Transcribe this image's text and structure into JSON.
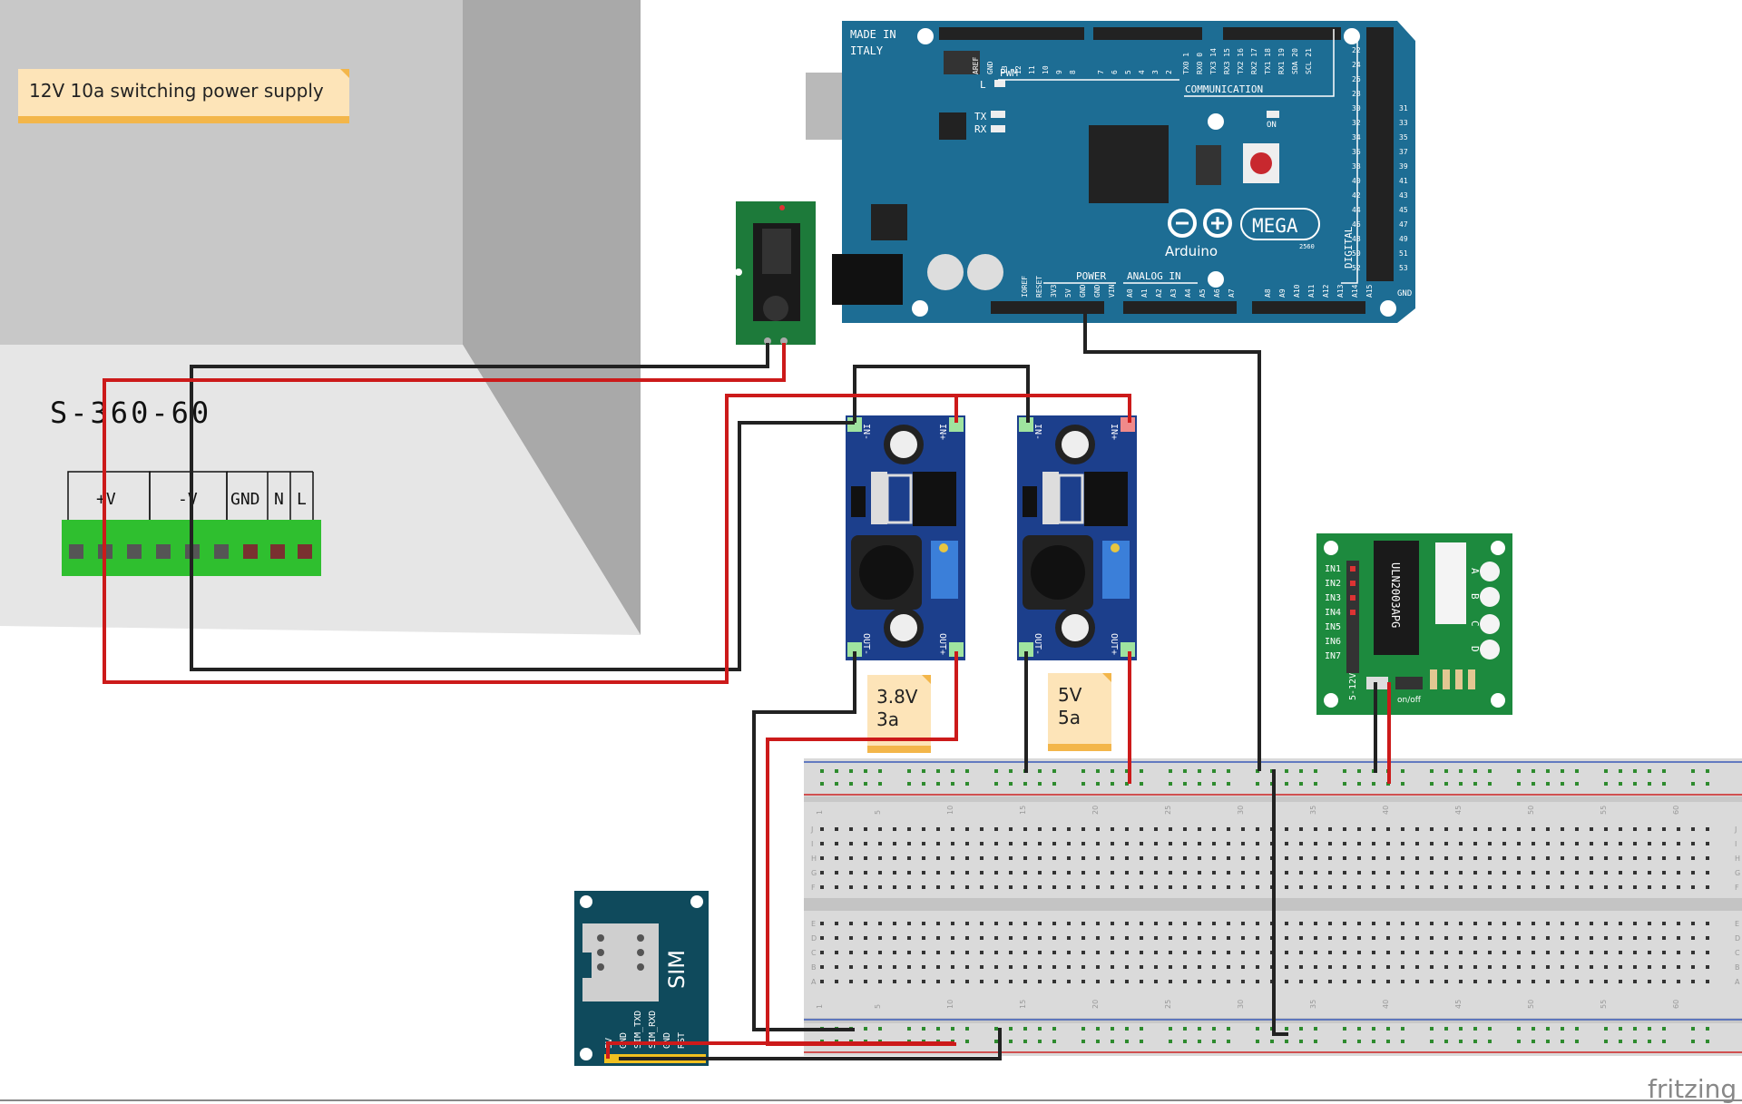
{
  "colors": {
    "wire_red": "#cc1a1a",
    "wire_black": "#222222",
    "arduino_teal": "#1d6d94",
    "buck_blue": "#1c3f8c",
    "pcb_green": "#1d7a3a",
    "terminal_green": "#2fbf2f",
    "note_bg": "#fde4b8",
    "note_strip": "#f3b64a",
    "sim_board": "#0f4a5c"
  },
  "power_supply": {
    "note": "12V 10a switching  power supply",
    "model": "S-360-60",
    "terminals": [
      "+V",
      "-V",
      "GND",
      "N",
      "L"
    ]
  },
  "barrel_jack": {},
  "arduino": {
    "made_in": "MADE IN",
    "italy": "ITALY",
    "brand": "Arduino",
    "model": "MEGA",
    "chip": "2560",
    "pwm": "PWM",
    "communication": "COMMUNICATION",
    "digital": "DIGITAL",
    "power": "POWER",
    "analog_in": "ANALOG IN",
    "on_label": "ON",
    "l_label": "L",
    "tx_label": "TX",
    "rx_label": "RX",
    "gnd_label": "GND",
    "top_pins": [
      "AREF",
      "GND",
      "13",
      "12",
      "11",
      "10",
      "9",
      "8",
      "7",
      "6",
      "5",
      "4",
      "3",
      "2",
      "TX0 1",
      "RX0 0",
      "TX3 14",
      "RX3 15",
      "TX2 16",
      "RX2 17",
      "TX1 18",
      "RX1 19",
      "SDA 20",
      "SCL 21"
    ],
    "power_pins": [
      "IOREF",
      "RESET",
      "3V3",
      "5V",
      "GND",
      "GND",
      "VIN"
    ],
    "analog_pins": [
      "A0",
      "A1",
      "A2",
      "A3",
      "A4",
      "A5",
      "A6",
      "A7",
      "A8",
      "A9",
      "A10",
      "A11",
      "A12",
      "A13",
      "A14",
      "A15"
    ],
    "digital_right_a": [
      "22",
      "24",
      "26",
      "28",
      "30",
      "32",
      "34",
      "36",
      "38",
      "40",
      "42",
      "44",
      "46",
      "48",
      "50",
      "52"
    ],
    "digital_right_b": [
      "31",
      "33",
      "35",
      "37",
      "39",
      "41",
      "43",
      "45",
      "47",
      "49",
      "51",
      "53"
    ]
  },
  "buck_converters": [
    {
      "in_neg": "IN-",
      "in_pos": "IN+",
      "out_neg": "OUT-",
      "out_pos": "OUT+",
      "note_line1": "3.8V",
      "note_line2": "3a"
    },
    {
      "in_neg": "IN-",
      "in_pos": "IN+",
      "out_neg": "OUT-",
      "out_pos": "OUT+",
      "note_line1": "5V",
      "note_line2": "5a"
    }
  ],
  "driver": {
    "chip": "ULN2003APG",
    "inputs": [
      "IN1",
      "IN2",
      "IN3",
      "IN4",
      "IN5",
      "IN6",
      "IN7"
    ],
    "outputs": [
      "A",
      "B",
      "C",
      "D"
    ],
    "voltage": "5-12V",
    "switch": "on/off"
  },
  "sim_module": {
    "label": "SIM",
    "pins": [
      "5V",
      "GND",
      "SIM_TXD",
      "SIM_RXD",
      "GND",
      "RST"
    ]
  },
  "breadboard": {
    "column_numbers": [
      "1",
      "5",
      "10",
      "15",
      "20",
      "25",
      "30",
      "35",
      "40",
      "45",
      "50",
      "55",
      "60"
    ],
    "row_letters_top": [
      "J",
      "I",
      "H",
      "G",
      "F"
    ],
    "row_letters_bottom": [
      "E",
      "D",
      "C",
      "B",
      "A"
    ]
  },
  "watermark": "fritzing"
}
